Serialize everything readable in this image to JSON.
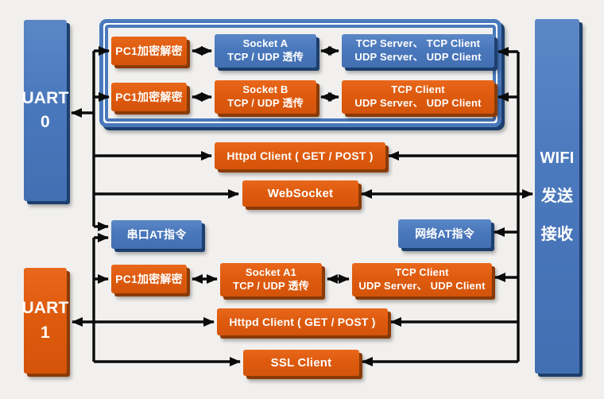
{
  "colors": {
    "background": "#f1f0ee",
    "blue": "#4a78bc",
    "blue_dark": "#1d3f6e",
    "orange": "#de5b0e",
    "orange_dark": "#8a3a06",
    "connector_line": "#0b0b0b",
    "group_border": "#4a78bc"
  },
  "nodes": {
    "uart0": {
      "line1": "UART",
      "line2": "0"
    },
    "uart1": {
      "line1": "UART",
      "line2": "1"
    },
    "wifi": {
      "line1": "WIFI",
      "line2": "发送",
      "line3": "接收"
    },
    "pc1_top1": {
      "label": "PC1加密解密"
    },
    "pc1_top2": {
      "label": "PC1加密解密"
    },
    "pc1_bottom": {
      "label": "PC1加密解密"
    },
    "socket_a": {
      "line1": "Socket A",
      "line2": "TCP / UDP 透传"
    },
    "socket_b": {
      "line1": "Socket B",
      "line2": "TCP / UDP 透传"
    },
    "socket_a1": {
      "line1": "Socket A1",
      "line2": "TCP / UDP 透传"
    },
    "tcp_socket_a_modes": {
      "line1": "TCP Server、 TCP Client",
      "line2": "UDP Server、 UDP Client"
    },
    "tcp_socket_b_modes": {
      "line1": "TCP Client",
      "line2": "UDP Server、 UDP Client"
    },
    "tcp_socket_a1_modes": {
      "line1": "TCP Client",
      "line2": "UDP Server、 UDP Client"
    },
    "httpd_client_top": {
      "label": "Httpd Client ( GET / POST )"
    },
    "websocket": {
      "label": "WebSocket"
    },
    "serial_at": {
      "label": "串口AT指令"
    },
    "network_at": {
      "label": "网络AT指令"
    },
    "httpd_client_bottom": {
      "label": "Httpd Client ( GET / POST )"
    },
    "ssl_client": {
      "label": "SSL Client"
    }
  }
}
